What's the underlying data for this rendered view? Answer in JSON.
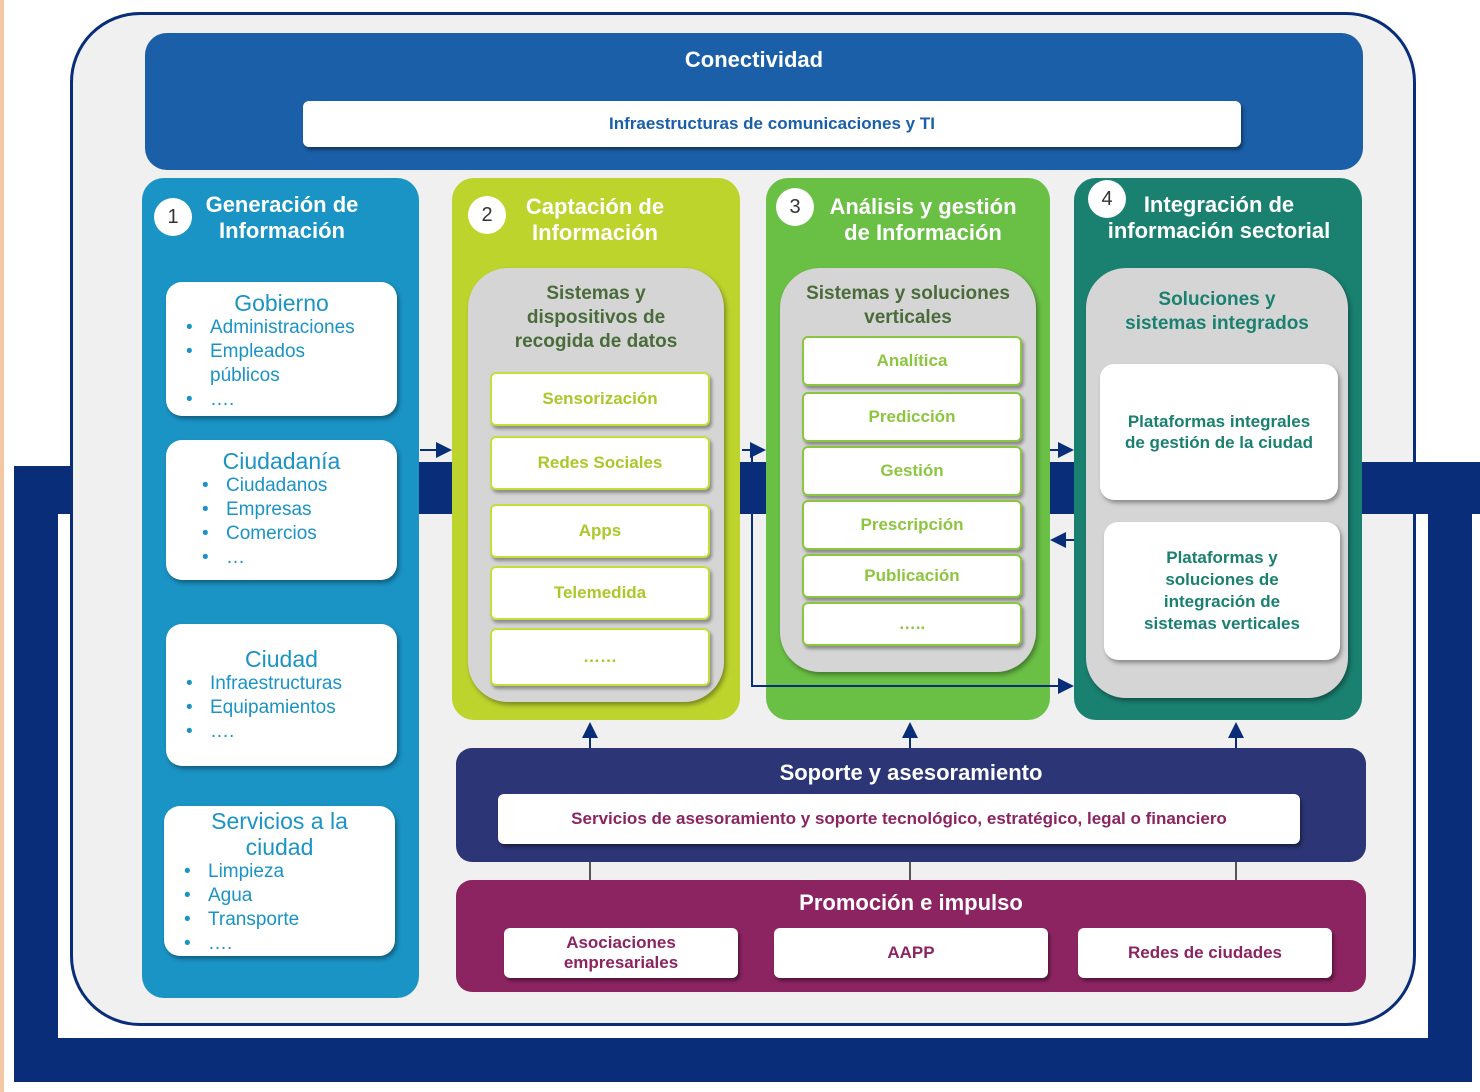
{
  "colors": {
    "dark_navy": "#0a2d7a",
    "connectivity_blue": "#1a5fa8",
    "col1_blue": "#1a93c5",
    "col2_lime": "#bdd42d",
    "col3_green": "#6abf45",
    "col4_teal": "#1a8070",
    "support_navy": "#2c3676",
    "promotion_magenta": "#8b2461"
  },
  "conectividad": {
    "title": "Conectividad",
    "bar": "Infraestructuras de comunicaciones y TI"
  },
  "col1": {
    "number": "1",
    "title_line1": "Generación de",
    "title_line2": "Información",
    "cards": [
      {
        "heading": "Gobierno",
        "items": [
          "Administraciones",
          "Empleados públicos",
          "…."
        ]
      },
      {
        "heading": "Ciudadanía",
        "items": [
          "Ciudadanos",
          "Empresas",
          "Comercios",
          "…"
        ]
      },
      {
        "heading": "Ciudad",
        "items": [
          "Infraestructuras",
          "Equipamientos",
          "…."
        ]
      },
      {
        "heading_line1": "Servicios a la",
        "heading_line2": "ciudad",
        "items": [
          "Limpieza",
          "Agua",
          "Transporte",
          "…."
        ]
      }
    ]
  },
  "col2": {
    "number": "2",
    "title_line1": "Captación de",
    "title_line2": "Información",
    "inner_title_line1": "Sistemas y",
    "inner_title_line2": "dispositivos de",
    "inner_title_line3": "recogida de datos",
    "items": [
      "Sensorización",
      "Redes Sociales",
      "Apps",
      "Telemedida",
      "……"
    ]
  },
  "col3": {
    "number": "3",
    "title_line1": "Análisis y gestión",
    "title_line2": "de Información",
    "inner_title_line1": "Sistemas y soluciones",
    "inner_title_line2": "verticales",
    "items": [
      "Analítica",
      "Predicción",
      "Gestión",
      "Prescripción",
      "Publicación",
      "….."
    ]
  },
  "col4": {
    "number": "4",
    "title_line1": "Integración de",
    "title_line2": "información sectorial",
    "inner_title_line1": "Soluciones y",
    "inner_title_line2": "sistemas integrados",
    "box1_line1": "Plataformas integrales",
    "box1_line2": "de gestión de la ciudad",
    "box2_line1": "Plataformas y",
    "box2_line2": "soluciones de",
    "box2_line3": "integración de",
    "box2_line4": "sistemas verticales"
  },
  "soporte": {
    "title": "Soporte y asesoramiento",
    "bar": "Servicios de asesoramiento y soporte tecnológico, estratégico, legal o financiero"
  },
  "promocion": {
    "title": "Promoción e impulso",
    "box1_line1": "Asociaciones",
    "box1_line2": "empresariales",
    "box2": "AAPP",
    "box3": "Redes de ciudades"
  }
}
